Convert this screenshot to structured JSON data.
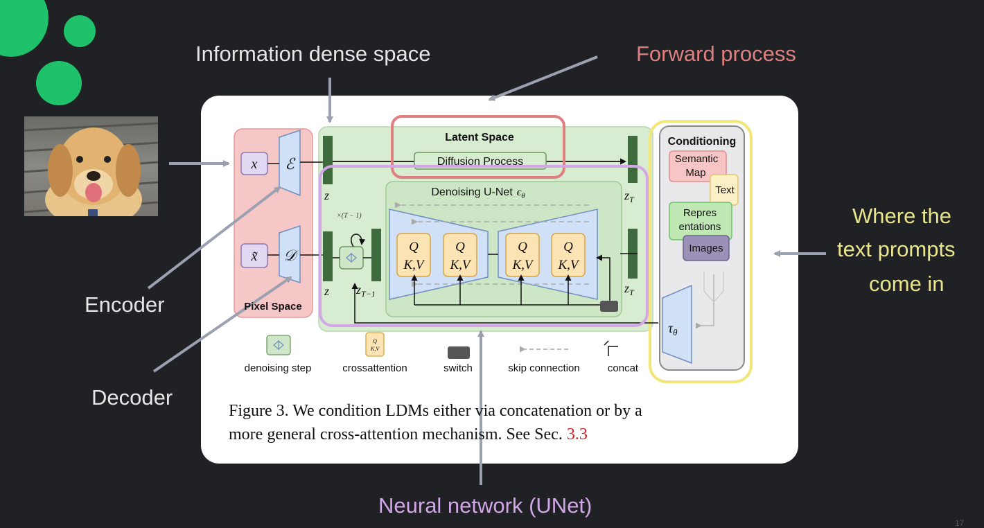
{
  "slide": {
    "info_dense_label": "Information dense space",
    "forward_process_label": "Forward process",
    "encoder_label": "Encoder",
    "decoder_label": "Decoder",
    "where_text_label_line1": "Where the",
    "where_text_label_line2": "text prompts",
    "where_text_label_line3": "come in",
    "unet_label": "Neural network (UNet)",
    "page_number": "17"
  },
  "figure": {
    "latent_space": "Latent Space",
    "diffusion_process": "Diffusion Process",
    "denoising_unet": "Denoising U-Net",
    "pixel_space": "Pixel Space",
    "conditioning": "Conditioning",
    "semantic_map_line1": "Semantic",
    "semantic_map_line2": "Map",
    "text_item": "Text",
    "representations_line1": "Repres",
    "representations_line2": "entations",
    "images_item": "Images",
    "x": "x",
    "x_tilde": "x̃",
    "encoder_sym": "ℰ",
    "decoder_sym": "𝒟",
    "z": "z",
    "z_T": "z",
    "z_T_sub": "T",
    "z_T1_sub": "T−1",
    "tau": "τ",
    "tau_sub": "θ",
    "epsilon": "ϵ",
    "epsilon_sub": "θ",
    "repeat_label": "×(T − 1)",
    "qkv_q": "Q",
    "qkv_kv": "K,V",
    "legend": {
      "denoising_step": "denoising step",
      "crossattention": "crossattention",
      "switch": "switch",
      "skip_connection": "skip connection",
      "concat": "concat"
    },
    "caption_line1": "Figure 3.   We condition LDMs either via concatenation or by a",
    "caption_line2_prefix": "more general cross-attention mechanism. See Sec. ",
    "caption_ref": "3.3"
  },
  "colors": {
    "background": "#1f2125",
    "accent_green": "#1fc26a",
    "forward_process": "#e07f7f",
    "where_text": "#e9e58a",
    "unet_label": "#d3a6e8",
    "arrow_gray": "#9ba1b0"
  }
}
